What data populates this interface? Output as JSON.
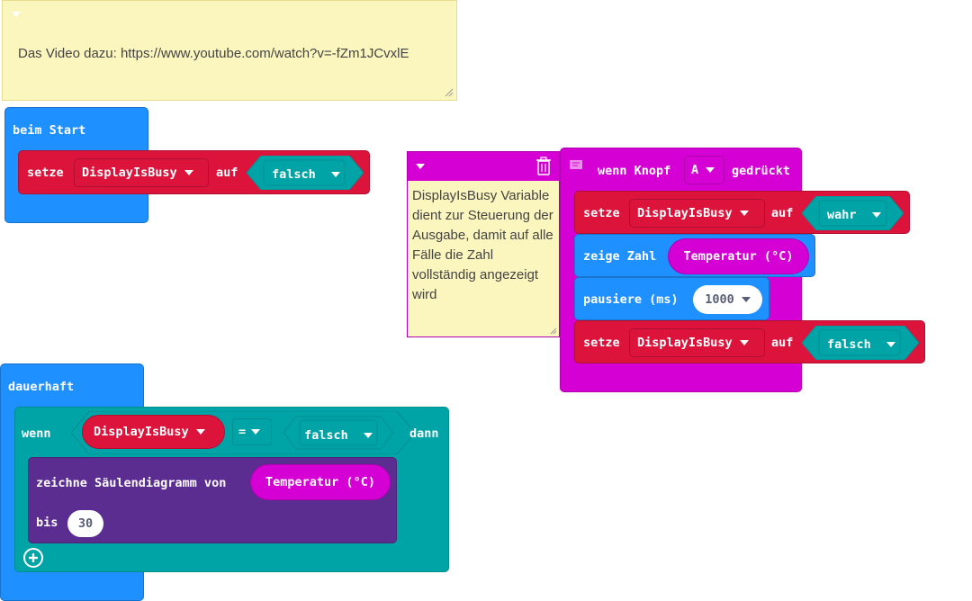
{
  "top_comment": {
    "text": "Das Video dazu: https://www.youtube.com/watch?v=-fZm1JCvxlE"
  },
  "on_start": {
    "header": "beim Start",
    "set_label": "setze",
    "variable": "DisplayIsBusy",
    "to_label": "auf",
    "value": "falsch"
  },
  "side_comment": {
    "text": "DisplayIsBusy Variable dient zur Steuerung der Ausgabe, damit auf alle Fälle die Zahl vollständig angezeigt wird"
  },
  "button_event": {
    "header_prefix": "wenn Knopf",
    "button": "A",
    "header_suffix": "gedrückt",
    "set1": {
      "label": "setze",
      "variable": "DisplayIsBusy",
      "to": "auf",
      "value": "wahr"
    },
    "show": {
      "label": "zeige Zahl",
      "value": "Temperatur (°C)"
    },
    "pause": {
      "label": "pausiere (ms)",
      "value": "1000"
    },
    "set2": {
      "label": "setze",
      "variable": "DisplayIsBusy",
      "to": "auf",
      "value": "falsch"
    }
  },
  "forever": {
    "header": "dauerhaft",
    "if_label": "wenn",
    "variable": "DisplayIsBusy",
    "operator": "=",
    "compare_value": "falsch",
    "then_label": "dann",
    "plot_label": "zeichne Säulendiagramm von",
    "plot_value": "Temperatur (°C)",
    "up_to_label": "bis",
    "up_to_value": "30"
  },
  "colors": {
    "basic": "#1e90ff",
    "variables": "#dc143c",
    "logic": "#00a4a6",
    "input": "#d400d4",
    "led": "#5c2d91",
    "comment": "#fbf5be"
  }
}
